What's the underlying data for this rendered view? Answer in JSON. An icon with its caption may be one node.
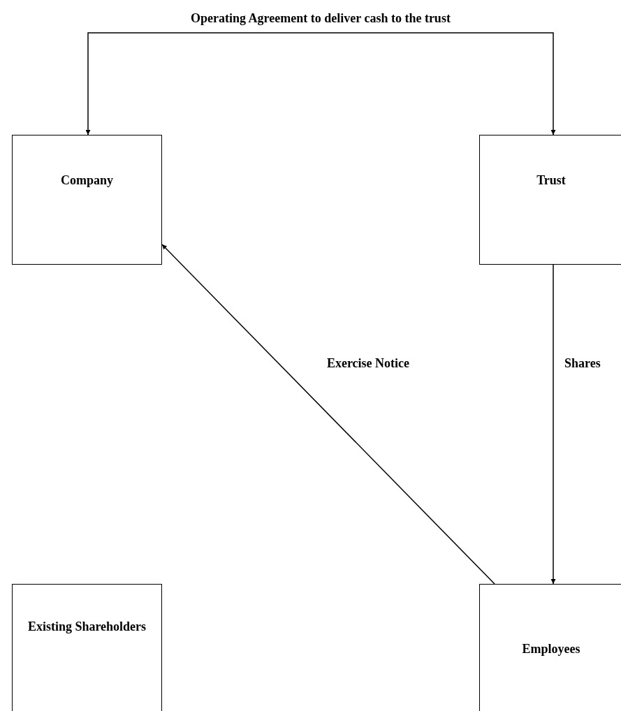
{
  "diagram": {
    "nodes": [
      {
        "text": [
          "Company"
        ]
      },
      {
        "text": [
          "Trust"
        ]
      },
      {
        "text": [
          "Existing Shareholders"
        ]
      },
      {
        "text": [
          "Employees"
        ]
      }
    ],
    "edges": [
      {
        "from": 0,
        "to": 1,
        "arrow": "both",
        "label": "Operating Agreement to deliver cash to the trust"
      },
      {
        "from": 1,
        "to": 3,
        "arrow": "to",
        "label": "Shares"
      },
      {
        "from": 3,
        "to": 0,
        "arrow": "to",
        "label": "Exercise Notice"
      }
    ]
  }
}
